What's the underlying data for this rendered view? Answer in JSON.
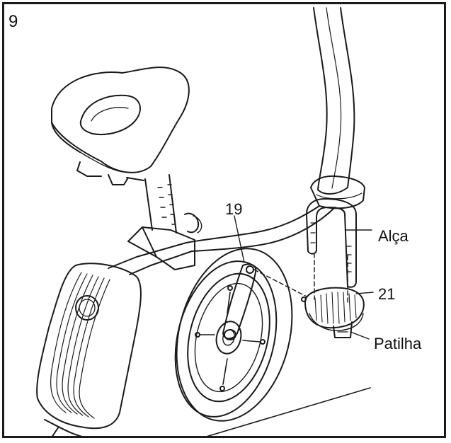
{
  "step_number": "9",
  "callouts": {
    "part_19": "19",
    "strap": "Alça",
    "part_21": "21",
    "cleat": "Patilha"
  },
  "colors": {
    "line": "#1a1a1a",
    "background": "#ffffff"
  }
}
